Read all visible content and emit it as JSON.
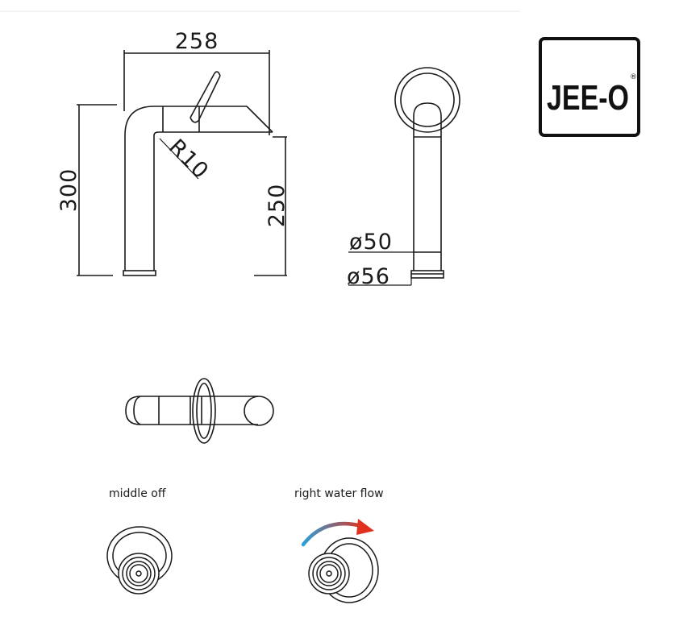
{
  "dimensions": {
    "width": "258",
    "height_total": "300",
    "height_spout": "250",
    "radius": "R10",
    "diameter_inner": "ø50",
    "diameter_outer": "ø56"
  },
  "logo": {
    "text": "JEE-O",
    "registered": "®"
  },
  "handle_positions": {
    "off_caption": "middle off",
    "flow_caption": "right water flow"
  },
  "colors": {
    "line": "#1a1a1a",
    "arrow_start": "#2a9fd8",
    "arrow_end": "#e0301e"
  }
}
